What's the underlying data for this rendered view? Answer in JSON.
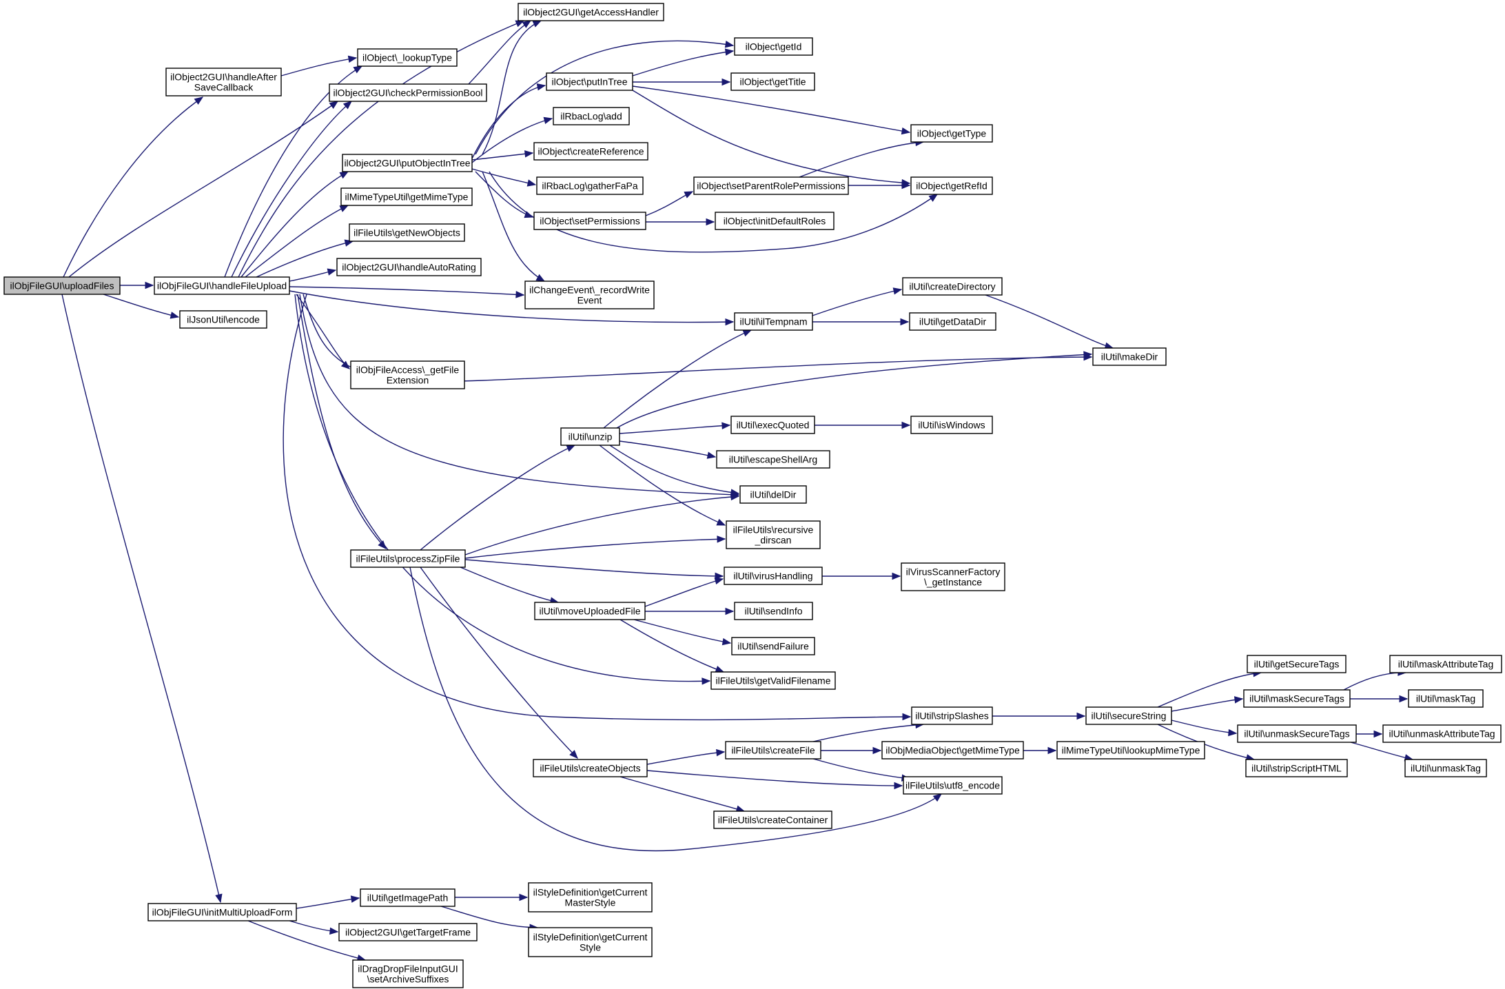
{
  "colors": {
    "edge": "#191970",
    "node_border": "#000000",
    "node_fill": "#ffffff",
    "root_fill": "#bfbfbf",
    "background": "#ffffff"
  },
  "nodes": [
    {
      "id": "uploadFiles",
      "lines": [
        "ilObjFileGUI\\uploadFiles"
      ],
      "root": true
    },
    {
      "id": "handleAfterSaveCallback",
      "lines": [
        "ilObject2GUI\\handleAfter",
        "SaveCallback"
      ]
    },
    {
      "id": "handleFileUpload",
      "lines": [
        "ilObjFileGUI\\handleFileUpload"
      ]
    },
    {
      "id": "jsonEncode",
      "lines": [
        "ilJsonUtil\\encode"
      ]
    },
    {
      "id": "initMultiUploadForm",
      "lines": [
        "ilObjFileGUI\\initMultiUploadForm"
      ]
    },
    {
      "id": "getAccessHandler",
      "lines": [
        "ilObject2GUI\\getAccessHandler"
      ]
    },
    {
      "id": "lookupType",
      "lines": [
        "ilObject\\_lookupType"
      ]
    },
    {
      "id": "checkPermissionBool",
      "lines": [
        "ilObject2GUI\\checkPermissionBool"
      ]
    },
    {
      "id": "putObjectInTree",
      "lines": [
        "ilObject2GUI\\putObjectInTree"
      ]
    },
    {
      "id": "getMimeType",
      "lines": [
        "ilMimeTypeUtil\\getMimeType"
      ]
    },
    {
      "id": "getNewObjects",
      "lines": [
        "ilFileUtils\\getNewObjects"
      ]
    },
    {
      "id": "handleAutoRating",
      "lines": [
        "ilObject2GUI\\handleAutoRating"
      ]
    },
    {
      "id": "getFileExtension",
      "lines": [
        "ilObjFileAccess\\_getFile",
        "Extension"
      ]
    },
    {
      "id": "processZipFile",
      "lines": [
        "ilFileUtils\\processZipFile"
      ]
    },
    {
      "id": "getId",
      "lines": [
        "ilObject\\getId"
      ]
    },
    {
      "id": "putInTree",
      "lines": [
        "ilObject\\putInTree"
      ]
    },
    {
      "id": "rbacAdd",
      "lines": [
        "ilRbacLog\\add"
      ]
    },
    {
      "id": "createReference",
      "lines": [
        "ilObject\\createReference"
      ]
    },
    {
      "id": "gatherFaPa",
      "lines": [
        "ilRbacLog\\gatherFaPa"
      ]
    },
    {
      "id": "setPermissions",
      "lines": [
        "ilObject\\setPermissions"
      ]
    },
    {
      "id": "recordWriteEvent",
      "lines": [
        "ilChangeEvent\\_recordWrite",
        "Event"
      ]
    },
    {
      "id": "getTitle",
      "lines": [
        "ilObject\\getTitle"
      ]
    },
    {
      "id": "getType",
      "lines": [
        "ilObject\\getType"
      ]
    },
    {
      "id": "setParentRolePermissions",
      "lines": [
        "ilObject\\setParentRolePermissions"
      ]
    },
    {
      "id": "getRefId",
      "lines": [
        "ilObject\\getRefId"
      ]
    },
    {
      "id": "initDefaultRoles",
      "lines": [
        "ilObject\\initDefaultRoles"
      ]
    },
    {
      "id": "createDirectory",
      "lines": [
        "ilUtil\\createDirectory"
      ]
    },
    {
      "id": "ilTempnam",
      "lines": [
        "ilUtil\\ilTempnam"
      ]
    },
    {
      "id": "getDataDir",
      "lines": [
        "ilUtil\\getDataDir"
      ]
    },
    {
      "id": "makeDir",
      "lines": [
        "ilUtil\\makeDir"
      ]
    },
    {
      "id": "unzip",
      "lines": [
        "ilUtil\\unzip"
      ]
    },
    {
      "id": "execQuoted",
      "lines": [
        "ilUtil\\execQuoted"
      ]
    },
    {
      "id": "isWindows",
      "lines": [
        "ilUtil\\isWindows"
      ]
    },
    {
      "id": "escapeShellArg",
      "lines": [
        "ilUtil\\escapeShellArg"
      ]
    },
    {
      "id": "delDir",
      "lines": [
        "ilUtil\\delDir"
      ]
    },
    {
      "id": "recursiveDirscan",
      "lines": [
        "ilFileUtils\\recursive",
        "_dirscan"
      ]
    },
    {
      "id": "virusHandling",
      "lines": [
        "ilUtil\\virusHandling"
      ]
    },
    {
      "id": "virusScannerGetInstance",
      "lines": [
        "ilVirusScannerFactory",
        "\\_getInstance"
      ]
    },
    {
      "id": "moveUploadedFile",
      "lines": [
        "ilUtil\\moveUploadedFile"
      ]
    },
    {
      "id": "sendInfo",
      "lines": [
        "ilUtil\\sendInfo"
      ]
    },
    {
      "id": "sendFailure",
      "lines": [
        "ilUtil\\sendFailure"
      ]
    },
    {
      "id": "getValidFilename",
      "lines": [
        "ilFileUtils\\getValidFilename"
      ]
    },
    {
      "id": "getSecureTags",
      "lines": [
        "ilUtil\\getSecureTags"
      ]
    },
    {
      "id": "maskAttributeTag",
      "lines": [
        "ilUtil\\maskAttributeTag"
      ]
    },
    {
      "id": "maskSecureTags",
      "lines": [
        "ilUtil\\maskSecureTags"
      ]
    },
    {
      "id": "maskTag",
      "lines": [
        "ilUtil\\maskTag"
      ]
    },
    {
      "id": "stripSlashes",
      "lines": [
        "ilUtil\\stripSlashes"
      ]
    },
    {
      "id": "secureString",
      "lines": [
        "ilUtil\\secureString"
      ]
    },
    {
      "id": "unmaskSecureTags",
      "lines": [
        "ilUtil\\unmaskSecureTags"
      ]
    },
    {
      "id": "unmaskAttributeTag",
      "lines": [
        "ilUtil\\unmaskAttributeTag"
      ]
    },
    {
      "id": "stripScriptHTML",
      "lines": [
        "ilUtil\\stripScriptHTML"
      ]
    },
    {
      "id": "unmaskTag",
      "lines": [
        "ilUtil\\unmaskTag"
      ]
    },
    {
      "id": "createFile",
      "lines": [
        "ilFileUtils\\createFile"
      ]
    },
    {
      "id": "objMediaGetMimeType",
      "lines": [
        "ilObjMediaObject\\getMimeType"
      ]
    },
    {
      "id": "lookupMimeType",
      "lines": [
        "ilMimeTypeUtil\\lookupMimeType"
      ]
    },
    {
      "id": "createObjects",
      "lines": [
        "ilFileUtils\\createObjects"
      ]
    },
    {
      "id": "utf8Encode",
      "lines": [
        "ilFileUtils\\utf8_encode"
      ]
    },
    {
      "id": "createContainer",
      "lines": [
        "ilFileUtils\\createContainer"
      ]
    },
    {
      "id": "getImagePath",
      "lines": [
        "ilUtil\\getImagePath"
      ]
    },
    {
      "id": "getCurrentMasterStyle",
      "lines": [
        "ilStyleDefinition\\getCurrent",
        "MasterStyle"
      ]
    },
    {
      "id": "getTargetFrame",
      "lines": [
        "ilObject2GUI\\getTargetFrame"
      ]
    },
    {
      "id": "getCurrentStyle",
      "lines": [
        "ilStyleDefinition\\getCurrent",
        "Style"
      ]
    },
    {
      "id": "setArchiveSuffixes",
      "lines": [
        "ilDragDropFileInputGUI",
        "\\setArchiveSuffixes"
      ]
    }
  ],
  "edges": [
    [
      "uploadFiles",
      "handleAfterSaveCallback"
    ],
    [
      "uploadFiles",
      "checkPermissionBool"
    ],
    [
      "uploadFiles",
      "handleFileUpload"
    ],
    [
      "uploadFiles",
      "jsonEncode"
    ],
    [
      "uploadFiles",
      "initMultiUploadForm"
    ],
    [
      "handleAfterSaveCallback",
      "lookupType"
    ],
    [
      "handleFileUpload",
      "lookupType"
    ],
    [
      "handleFileUpload",
      "checkPermissionBool"
    ],
    [
      "handleFileUpload",
      "getAccessHandler"
    ],
    [
      "handleFileUpload",
      "putObjectInTree"
    ],
    [
      "handleFileUpload",
      "getMimeType"
    ],
    [
      "handleFileUpload",
      "getNewObjects"
    ],
    [
      "handleFileUpload",
      "handleAutoRating"
    ],
    [
      "handleFileUpload",
      "recordWriteEvent"
    ],
    [
      "handleFileUpload",
      "ilTempnam"
    ],
    [
      "handleFileUpload",
      "getFileExtension"
    ],
    [
      "handleFileUpload",
      "makeDir"
    ],
    [
      "handleFileUpload",
      "delDir"
    ],
    [
      "handleFileUpload",
      "processZipFile"
    ],
    [
      "handleFileUpload",
      "getValidFilename"
    ],
    [
      "handleFileUpload",
      "stripSlashes"
    ],
    [
      "checkPermissionBool",
      "getAccessHandler"
    ],
    [
      "putObjectInTree",
      "getAccessHandler"
    ],
    [
      "putObjectInTree",
      "getId"
    ],
    [
      "putObjectInTree",
      "putInTree"
    ],
    [
      "putObjectInTree",
      "rbacAdd"
    ],
    [
      "putObjectInTree",
      "createReference"
    ],
    [
      "putObjectInTree",
      "gatherFaPa"
    ],
    [
      "putObjectInTree",
      "setPermissions"
    ],
    [
      "putObjectInTree",
      "recordWriteEvent"
    ],
    [
      "putObjectInTree",
      "getRefId"
    ],
    [
      "putInTree",
      "getId"
    ],
    [
      "putInTree",
      "getTitle"
    ],
    [
      "putInTree",
      "getType"
    ],
    [
      "putInTree",
      "getRefId"
    ],
    [
      "setPermissions",
      "setParentRolePermissions"
    ],
    [
      "setPermissions",
      "initDefaultRoles"
    ],
    [
      "setParentRolePermissions",
      "getType"
    ],
    [
      "setParentRolePermissions",
      "getRefId"
    ],
    [
      "ilTempnam",
      "createDirectory"
    ],
    [
      "ilTempnam",
      "getDataDir"
    ],
    [
      "createDirectory",
      "makeDir"
    ],
    [
      "unzip",
      "ilTempnam"
    ],
    [
      "unzip",
      "makeDir"
    ],
    [
      "unzip",
      "execQuoted"
    ],
    [
      "unzip",
      "escapeShellArg"
    ],
    [
      "unzip",
      "delDir"
    ],
    [
      "unzip",
      "recursiveDirscan"
    ],
    [
      "execQuoted",
      "isWindows"
    ],
    [
      "processZipFile",
      "unzip"
    ],
    [
      "processZipFile",
      "delDir"
    ],
    [
      "processZipFile",
      "recursiveDirscan"
    ],
    [
      "processZipFile",
      "virusHandling"
    ],
    [
      "processZipFile",
      "moveUploadedFile"
    ],
    [
      "processZipFile",
      "createObjects"
    ],
    [
      "processZipFile",
      "utf8Encode"
    ],
    [
      "virusHandling",
      "virusScannerGetInstance"
    ],
    [
      "moveUploadedFile",
      "virusHandling"
    ],
    [
      "moveUploadedFile",
      "sendInfo"
    ],
    [
      "moveUploadedFile",
      "sendFailure"
    ],
    [
      "moveUploadedFile",
      "getValidFilename"
    ],
    [
      "stripSlashes",
      "secureString"
    ],
    [
      "secureString",
      "getSecureTags"
    ],
    [
      "secureString",
      "maskSecureTags"
    ],
    [
      "secureString",
      "unmaskSecureTags"
    ],
    [
      "secureString",
      "stripScriptHTML"
    ],
    [
      "maskSecureTags",
      "maskAttributeTag"
    ],
    [
      "maskSecureTags",
      "maskTag"
    ],
    [
      "unmaskSecureTags",
      "unmaskAttributeTag"
    ],
    [
      "unmaskSecureTags",
      "unmaskTag"
    ],
    [
      "createObjects",
      "createFile"
    ],
    [
      "createObjects",
      "utf8Encode"
    ],
    [
      "createObjects",
      "createContainer"
    ],
    [
      "createFile",
      "stripSlashes"
    ],
    [
      "createFile",
      "objMediaGetMimeType"
    ],
    [
      "createFile",
      "utf8Encode"
    ],
    [
      "objMediaGetMimeType",
      "lookupMimeType"
    ],
    [
      "initMultiUploadForm",
      "getImagePath"
    ],
    [
      "initMultiUploadForm",
      "getTargetFrame"
    ],
    [
      "initMultiUploadForm",
      "setArchiveSuffixes"
    ],
    [
      "getImagePath",
      "getCurrentMasterStyle"
    ],
    [
      "getImagePath",
      "getCurrentStyle"
    ]
  ]
}
